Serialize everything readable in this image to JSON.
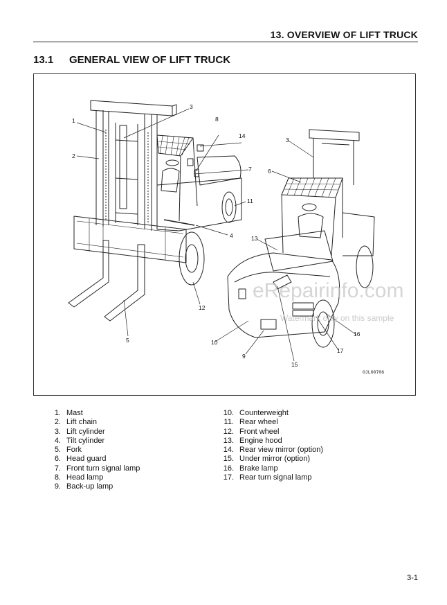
{
  "header": {
    "chapter_title": "13. OVERVIEW OF LIFT TRUCK"
  },
  "section": {
    "number": "13.1",
    "title": "GENERAL VIEW OF LIFT TRUCK"
  },
  "figure": {
    "code": "0JL00706",
    "watermark": "eRepairinfo.com",
    "watermark_sub": "Watermark only on this sample",
    "callouts": {
      "c1": "1",
      "c2": "2",
      "c3a": "3",
      "c3b": "3",
      "c4": "4",
      "c5": "5",
      "c6": "6",
      "c7": "7",
      "c8": "8",
      "c9": "9",
      "c10": "10",
      "c11": "11",
      "c12": "12",
      "c13": "13",
      "c14": "14",
      "c15": "15",
      "c16": "16",
      "c17": "17"
    }
  },
  "legend": {
    "left": [
      {
        "num": "1.",
        "label": "Mast"
      },
      {
        "num": "2.",
        "label": "Lift chain"
      },
      {
        "num": "3.",
        "label": "Lift cylinder"
      },
      {
        "num": "4.",
        "label": "Tilt cylinder"
      },
      {
        "num": "5.",
        "label": "Fork"
      },
      {
        "num": "6.",
        "label": "Head guard"
      },
      {
        "num": "7.",
        "label": "Front turn signal lamp"
      },
      {
        "num": "8.",
        "label": "Head lamp"
      },
      {
        "num": "9.",
        "label": "Back-up lamp"
      }
    ],
    "right": [
      {
        "num": "10.",
        "label": "Counterweight"
      },
      {
        "num": "11.",
        "label": "Rear wheel"
      },
      {
        "num": "12.",
        "label": "Front wheel"
      },
      {
        "num": "13.",
        "label": "Engine hood"
      },
      {
        "num": "14.",
        "label": "Rear view mirror (option)"
      },
      {
        "num": "15.",
        "label": "Under mirror (option)"
      },
      {
        "num": "16.",
        "label": "Brake lamp"
      },
      {
        "num": "17.",
        "label": "Rear turn signal lamp"
      }
    ]
  },
  "page_number": "3-1"
}
